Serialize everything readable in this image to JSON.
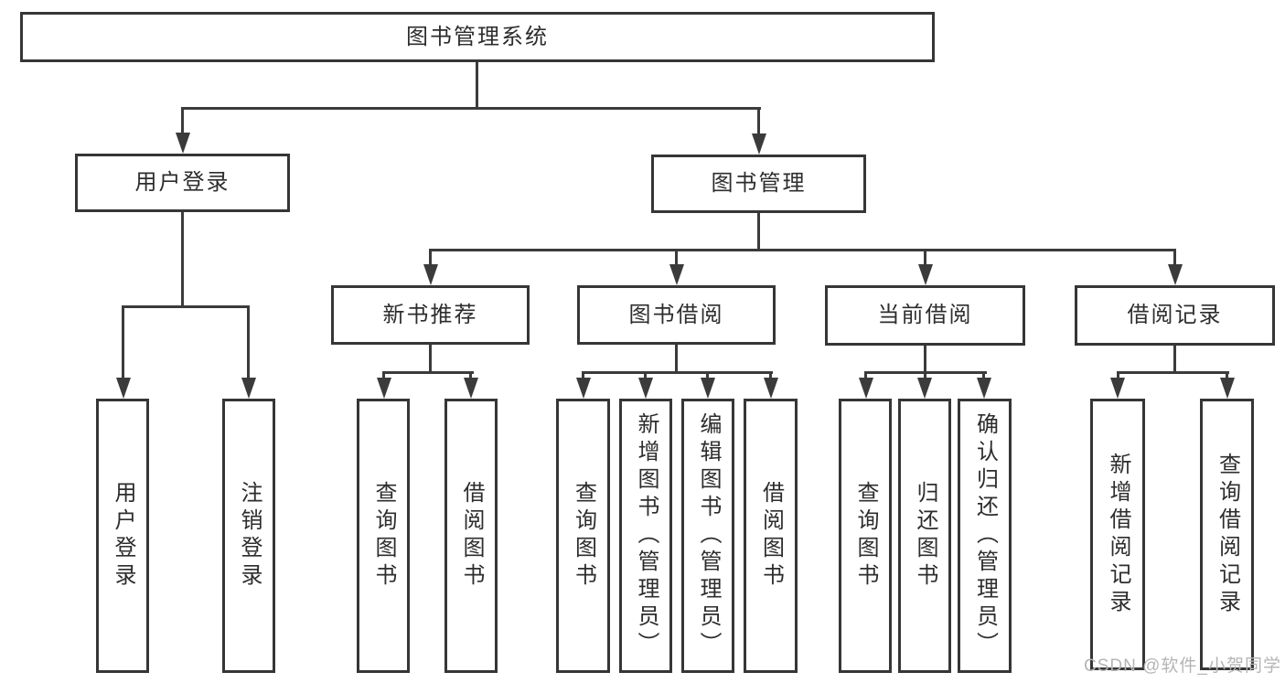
{
  "diagram": {
    "root": "图书管理系统",
    "level2": [
      {
        "id": "user-login",
        "label": "用户登录"
      },
      {
        "id": "book-management",
        "label": "图书管理"
      }
    ],
    "level3": [
      {
        "id": "new-book-recommend",
        "label": "新书推荐"
      },
      {
        "id": "book-borrowing",
        "label": "图书借阅"
      },
      {
        "id": "current-borrowing",
        "label": "当前借阅"
      },
      {
        "id": "borrowing-records",
        "label": "借阅记录"
      }
    ],
    "leaves": {
      "user_login_group": [
        "用户登录",
        "注销登录"
      ],
      "new_book_group": [
        "查询图书",
        "借阅图书"
      ],
      "book_borrowing_group": [
        "查询图书",
        "新增图书（管理员）",
        "编辑图书（管理员）",
        "借阅图书"
      ],
      "current_borrowing_group": [
        "查询图书",
        "归还图书",
        "确认归还（管理员）"
      ],
      "borrowing_records_group": [
        "新增借阅记录",
        "查询借阅记录"
      ]
    }
  },
  "watermark": {
    "text": "CSDN @软件_小贺同学"
  },
  "colors": {
    "background": "#ffffff",
    "box_border": "#363636",
    "connector_line": "#3b3b3b",
    "text": "#2d2d2d",
    "watermark_text": "#b5b5b5"
  }
}
